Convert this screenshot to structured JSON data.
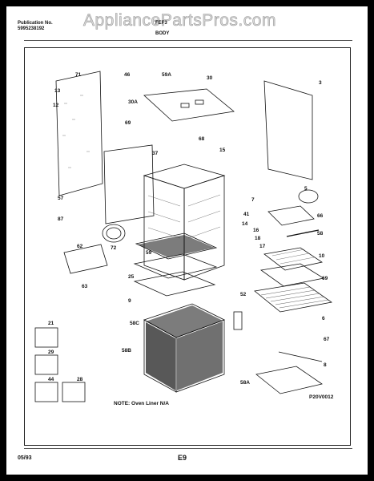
{
  "header": {
    "publication_label": "Publication No.",
    "publication_number": "5995238192",
    "model": "FEF3",
    "section": "BODY"
  },
  "watermark": "AppliancePartsPros.com",
  "callouts": [
    "71",
    "13",
    "12",
    "46",
    "59A",
    "30",
    "30A",
    "69",
    "37",
    "68",
    "15",
    "3",
    "57",
    "87",
    "7",
    "5",
    "72",
    "41",
    "66",
    "14",
    "16",
    "58",
    "18",
    "17",
    "62",
    "59",
    "10",
    "63",
    "25",
    "52",
    "69",
    "9",
    "58C",
    "6",
    "21",
    "67",
    "29",
    "58B",
    "58A",
    "44",
    "28",
    "8"
  ],
  "diagram_code": "P20V0012",
  "note": "NOTE: Oven Liner N/A",
  "footer": {
    "date": "05/93",
    "page": "E9"
  }
}
